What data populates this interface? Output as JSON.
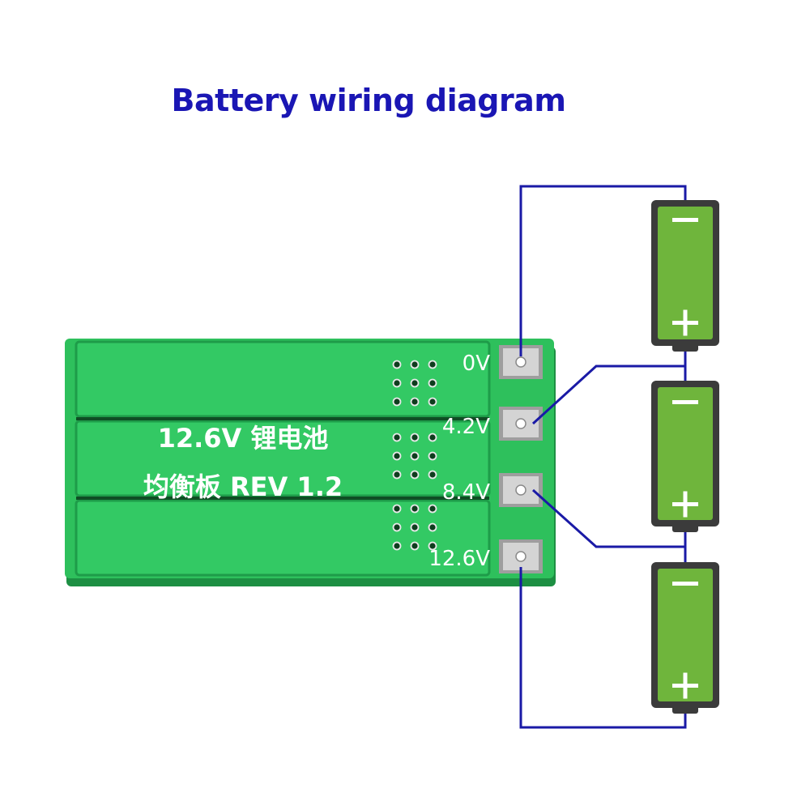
{
  "title": "Battery wiring diagram",
  "board": {
    "line1": "12.6V 锂电池",
    "line2": "均衡板 REV 1.2",
    "pads": [
      "0V",
      "4.2V",
      "8.4V",
      "12.6V"
    ]
  },
  "cells": [
    {
      "negative": "−",
      "positive": "+"
    },
    {
      "negative": "−",
      "positive": "+"
    },
    {
      "negative": "−",
      "positive": "+"
    }
  ],
  "colors": {
    "title": "#1a16b4",
    "wire": "#1a1aa6",
    "pcb": "#2ec05c",
    "pcb_edge": "#1f9a47",
    "cell_body": "#6fb53c",
    "cell_case": "#3b3b3b",
    "pad": "#c8c8c8"
  }
}
